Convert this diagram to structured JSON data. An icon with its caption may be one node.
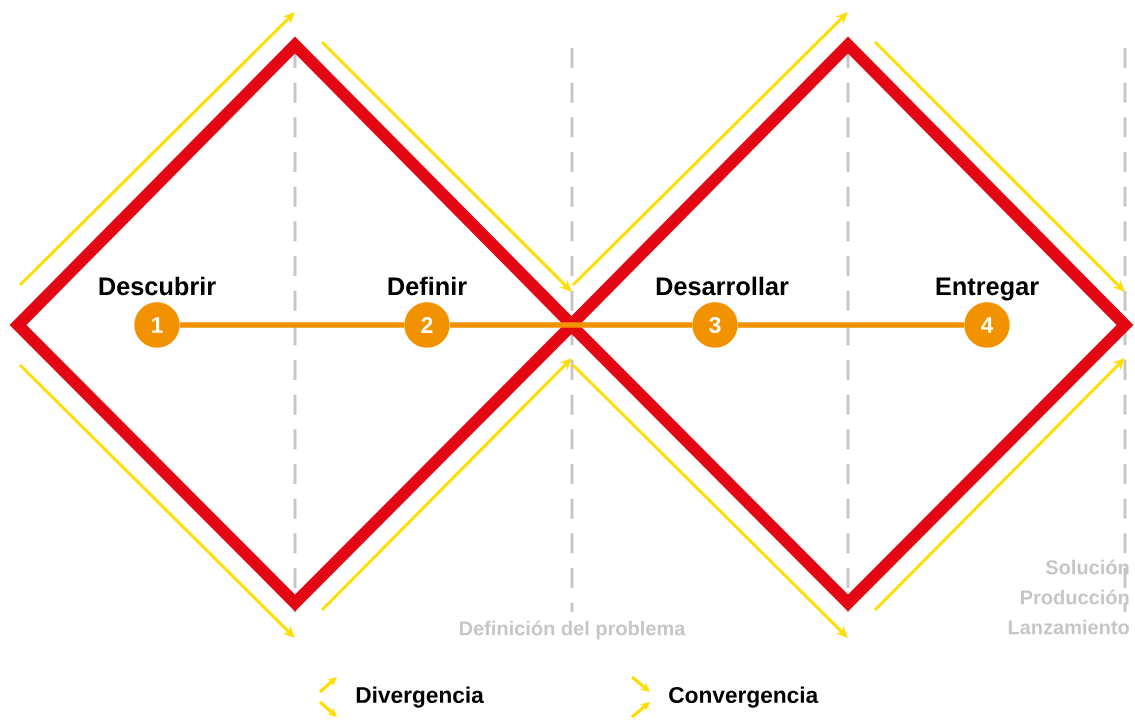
{
  "diagram": {
    "nodes": [
      {
        "text": [
          "1"
        ],
        "beside": [
          "Descubrir"
        ]
      },
      {
        "text": [
          "2"
        ],
        "beside": [
          "Definir"
        ]
      },
      {
        "text": [
          "3"
        ],
        "beside": [
          "Desarrollar"
        ]
      },
      {
        "text": [
          "4"
        ],
        "beside": [
          "Entregar"
        ]
      }
    ],
    "edges": [
      {
        "from": 0,
        "to": 1,
        "arrow": "none"
      },
      {
        "from": 1,
        "to": 2,
        "arrow": "none"
      },
      {
        "from": 2,
        "to": 3,
        "arrow": "none"
      }
    ],
    "labels": [
      "Solución",
      "Producción",
      "Definición del problema",
      "Lanzamiento"
    ],
    "legend": [
      {
        "text": "Divergencia"
      },
      {
        "text": "Convergencia"
      }
    ]
  }
}
